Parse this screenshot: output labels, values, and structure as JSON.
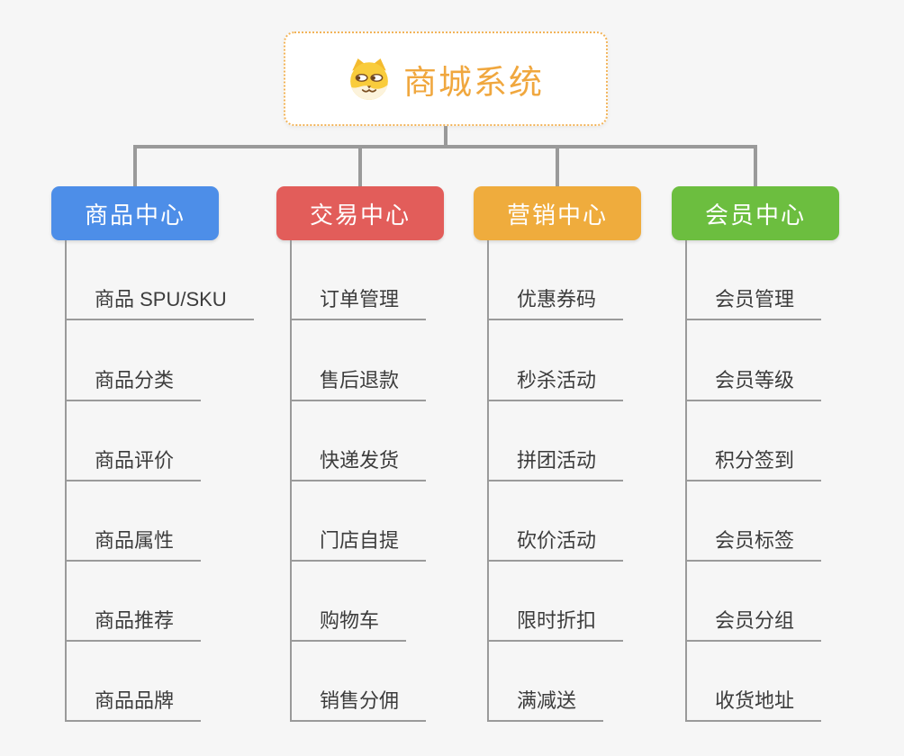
{
  "root": {
    "title": "商城系统",
    "icon": "dog-face-icon"
  },
  "colors": {
    "connector": "#9A9A9A",
    "root_text": "#F0A73E",
    "root_border": "#F2B45A",
    "sub_text": "#3C3C3C"
  },
  "branches": [
    {
      "title": "商品中心",
      "color": "#4D8EE8",
      "items": [
        "商品 SPU/SKU",
        "商品分类",
        "商品评价",
        "商品属性",
        "商品推荐",
        "商品品牌"
      ]
    },
    {
      "title": "交易中心",
      "color": "#E25D5A",
      "items": [
        "订单管理",
        "售后退款",
        "快递发货",
        "门店自提",
        "购物车",
        "销售分佣"
      ]
    },
    {
      "title": "营销中心",
      "color": "#EFAC3D",
      "items": [
        "优惠券码",
        "秒杀活动",
        "拼团活动",
        "砍价活动",
        "限时折扣",
        "满减送"
      ]
    },
    {
      "title": "会员中心",
      "color": "#6CBE3F",
      "items": [
        "会员管理",
        "会员等级",
        "积分签到",
        "会员标签",
        "会员分组",
        "收货地址"
      ]
    }
  ]
}
